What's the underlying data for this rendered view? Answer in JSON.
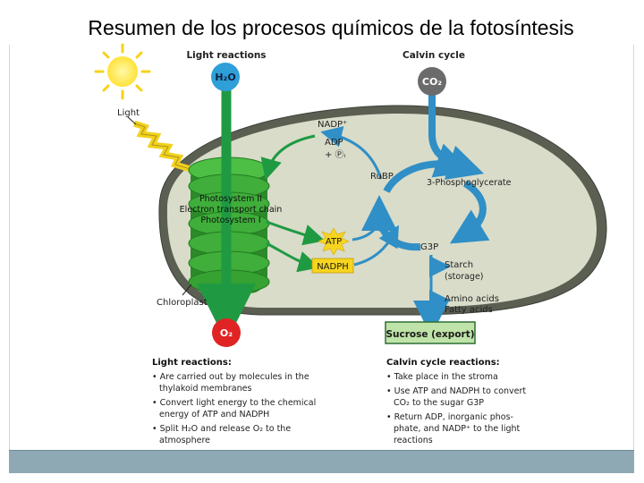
{
  "slide": {
    "title": "Resumen de los procesos químicos de la fotosíntesis"
  },
  "diagram": {
    "headers": {
      "light_reactions": "Light reactions",
      "calvin_cycle": "Calvin cycle"
    },
    "molecules": {
      "h2o": "H₂O",
      "co2": "CO₂",
      "o2": "O₂",
      "nadp_plus": "NADP⁺",
      "adp": "ADP",
      "pi": "+ Ⓟᵢ",
      "atp": "ATP",
      "nadph": "NADPH",
      "rubp": "RuBP",
      "phosphoglycerate": "3-Phosphoglycerate",
      "g3p": "G3P"
    },
    "labels": {
      "light": "Light",
      "photosystem_ii": "Photosystem II",
      "electron_transport_chain": "Electron transport chain",
      "photosystem_i": "Photosystem I",
      "chloroplast": "Chloroplast",
      "starch": "Starch",
      "storage": "(storage)",
      "amino_acids": "Amino acids",
      "fatty_acids": "Fatty acids",
      "sucrose": "Sucrose (export)"
    },
    "light_summary": {
      "heading": "Light reactions:",
      "lines": [
        "• Are carried out by molecules in the",
        "thylakoid membranes",
        "• Convert light energy to the chemical",
        "energy of ATP and NADPH",
        "• Split H₂O and release O₂ to the",
        "atmosphere"
      ]
    },
    "calvin_summary": {
      "heading": "Calvin cycle reactions:",
      "lines": [
        "• Take place in the stroma",
        "• Use ATP and NADPH to convert",
        "CO₂ to the sugar G3P",
        "• Return ADP, inorganic phos-",
        "phate, and NADP⁺ to the light",
        "reactions"
      ]
    },
    "colors": {
      "stroma": "#d9dcc9",
      "thylakoid": "#3fae3a",
      "light_arrow": "#1f9a43",
      "calvin_arrow": "#2f8fc6",
      "o2_circle": "#e02323",
      "h2o_circle": "#2e9fd8",
      "co2_circle": "#6b6b6b",
      "sucrose_box": "#bfe3a8"
    }
  }
}
